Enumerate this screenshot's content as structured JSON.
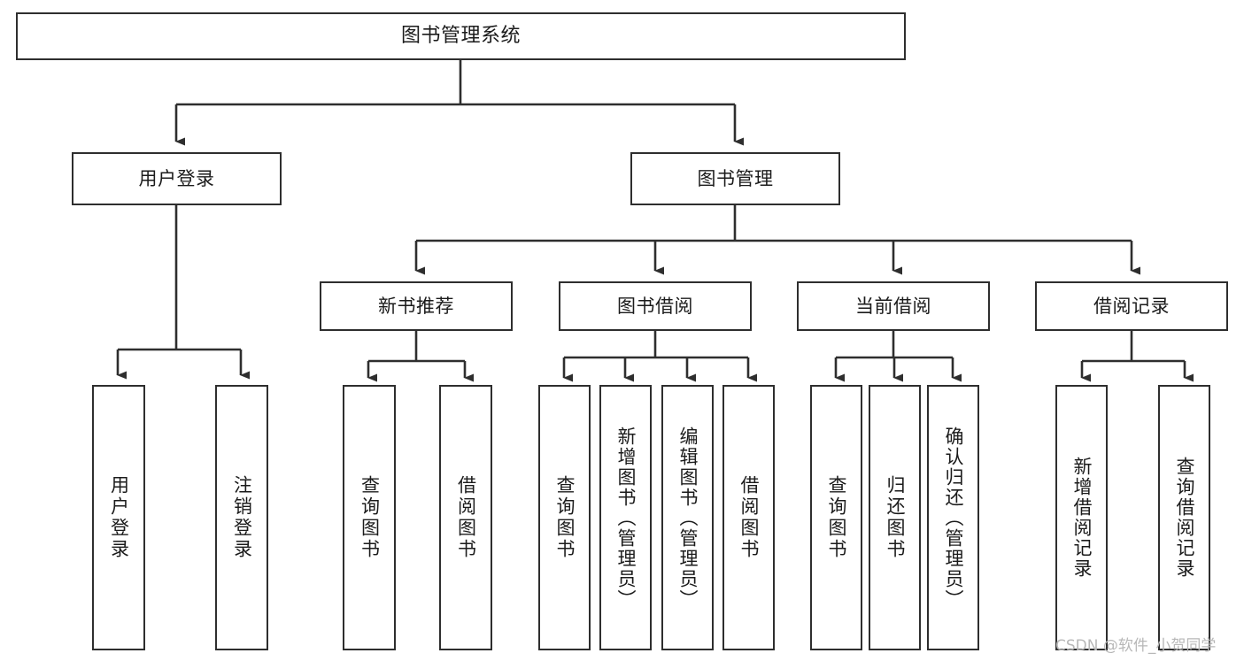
{
  "diagram": {
    "title": "图书管理系统",
    "type": "tree-hierarchy-chart",
    "colors": {
      "node_border": "#2e2e2e",
      "node_fill": "#ffffff",
      "connector": "#2e2e2e",
      "text": "#1b1b1b",
      "watermark": "#b8b8b8",
      "background": "#ffffff"
    },
    "root": {
      "id": "root",
      "label": "图书管理系统"
    },
    "level2": [
      {
        "id": "user-login",
        "label": "用户登录"
      },
      {
        "id": "book-management",
        "label": "图书管理"
      }
    ],
    "level3": [
      {
        "id": "new-book-recommend",
        "label": "新书推荐",
        "parent": "book-management"
      },
      {
        "id": "book-borrow",
        "label": "图书借阅",
        "parent": "book-management"
      },
      {
        "id": "current-borrow",
        "label": "当前借阅",
        "parent": "book-management"
      },
      {
        "id": "borrow-record",
        "label": "借阅记录",
        "parent": "book-management"
      }
    ],
    "leaves": {
      "user-login": [
        {
          "id": "leaf-user-login",
          "label": "用户登录"
        },
        {
          "id": "leaf-logout",
          "label": "注销登录"
        }
      ],
      "new-book-recommend": [
        {
          "id": "leaf-query-book-1",
          "label": "查询图书"
        },
        {
          "id": "leaf-borrow-book-1",
          "label": "借阅图书"
        }
      ],
      "book-borrow": [
        {
          "id": "leaf-query-book-2",
          "label": "查询图书"
        },
        {
          "id": "leaf-add-book",
          "label": "新增图书（管理员）"
        },
        {
          "id": "leaf-edit-book",
          "label": "编辑图书（管理员）"
        },
        {
          "id": "leaf-borrow-book-2",
          "label": "借阅图书"
        }
      ],
      "current-borrow": [
        {
          "id": "leaf-query-book-3",
          "label": "查询图书"
        },
        {
          "id": "leaf-return-book",
          "label": "归还图书"
        },
        {
          "id": "leaf-confirm-return",
          "label": "确认归还（管理员）"
        }
      ],
      "borrow-record": [
        {
          "id": "leaf-add-record",
          "label": "新增借阅记录"
        },
        {
          "id": "leaf-query-record",
          "label": "查询借阅记录"
        }
      ]
    }
  },
  "watermark": {
    "text": "CSDN @软件_小贺同学"
  }
}
